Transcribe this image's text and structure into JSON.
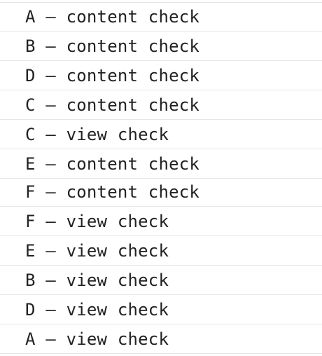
{
  "console": {
    "lines": [
      "A – content check",
      "B – content check",
      "D – content check",
      "C – content check",
      "C – view check",
      "E – content check",
      "F – content check",
      "F – view check",
      "E – view check",
      "B – view check",
      "D – view check",
      "A – view check"
    ]
  }
}
